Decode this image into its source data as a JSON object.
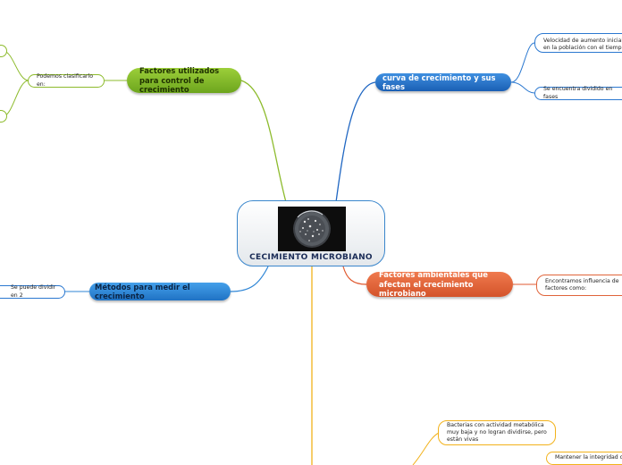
{
  "central": {
    "title": "CECIMIENTO MICROBIANO",
    "image": "bacteria-petri-dish-photo"
  },
  "branches": {
    "control": {
      "label": "Factores utilizados para control de crecimiento",
      "color": "#7fb52a",
      "child": "Podemos clasificarlo en:"
    },
    "curva": {
      "label": "curva de crecimiento y sus fases",
      "color": "#1f66c2",
      "children": [
        "Velocidad de aumento inicial en la población con el tiempo",
        "Se encuentra dividido en fases"
      ]
    },
    "metodos": {
      "label": "Métodos para medir el crecimiento",
      "color": "#2f86d6",
      "child": "Se puede dividir en 2"
    },
    "ambientales": {
      "label": "Factores ambientales que afectan el crecimiento microbiano",
      "color": "#e05a30",
      "child": "Encontramos influencia de factores como:"
    },
    "bottom": {
      "color": "#f2b21b",
      "children": [
        "Bacterias con actividad metabólica muy baja y no logran dividirse, pero están vivas",
        "Mantener la integridad celular"
      ]
    }
  }
}
